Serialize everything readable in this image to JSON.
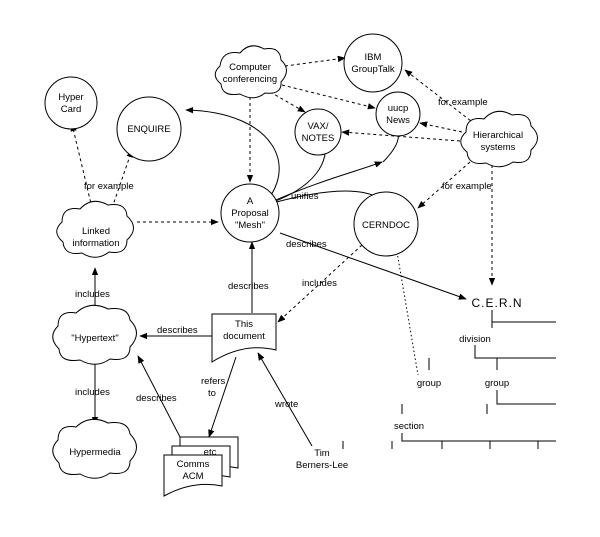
{
  "nodes": {
    "hypercard": [
      "Hyper",
      "Card"
    ],
    "enquire": [
      "ENQUIRE"
    ],
    "conferencing": [
      "Computer",
      "conferencing"
    ],
    "groupt": [
      "IBM",
      "GroupTalk"
    ],
    "uucp": [
      "uucp",
      "News"
    ],
    "vax": [
      "VAX/",
      "NOTES"
    ],
    "hier": [
      "Hierarchical",
      "systems"
    ],
    "linked": [
      "Linked",
      "information"
    ],
    "proposal": [
      "A",
      "Proposal",
      "\"Mesh\""
    ],
    "cerndoc": [
      "CERNDOC"
    ],
    "hypertext": [
      "\"Hypertext\""
    ],
    "document": [
      "This",
      "document"
    ],
    "hypermedia": [
      "Hypermedia"
    ],
    "tim": [
      "Tim",
      "Berners-Lee"
    ],
    "cards": [
      "etc",
      "Comms",
      "ACM"
    ],
    "cern": [
      "C.E.R.N"
    ],
    "division": [
      "division"
    ],
    "group1": [
      "group"
    ],
    "group2": [
      "group"
    ],
    "section": [
      "section"
    ]
  },
  "edges": {
    "fe_hier": "for example",
    "fe_linked": "for example",
    "fe_cerndoc": "for example",
    "unifies": "unifies",
    "describes_prop": "describes",
    "describes_doc": "describes",
    "describes_hyper": "describes",
    "describes_cards": "describes",
    "includes_cerndoc": "includes",
    "includes_linked": "includes",
    "includes_hyper": "includes",
    "refers": [
      "refers",
      "to"
    ],
    "wrote": "wrote"
  }
}
